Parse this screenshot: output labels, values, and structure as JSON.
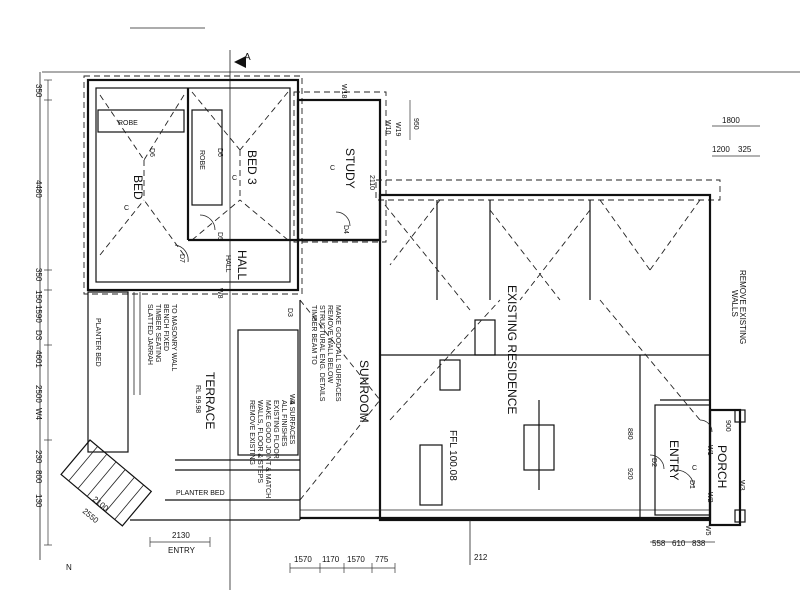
{
  "rooms": {
    "robe_1": "ROBE",
    "bed_1": "BED",
    "bed_1_code": "C",
    "robe_2": "ROBE",
    "bed_3": "BED 3",
    "bed_3_code": "C",
    "study": "STUDY",
    "study_code": "C",
    "hall": "HALL",
    "sunroom": "SUNROOM",
    "existing_residence": "EXISTING RESIDENCE",
    "entry": "ENTRY",
    "entry_code": "C",
    "porch": "PORCH",
    "terrace": "TERRACE",
    "planter_bed_top": "PLANTER BED",
    "planter_bed_bottom": "PLANTER BED",
    "entry_bottom": "ENTRY"
  },
  "notes": {
    "terrace_lines": [
      "SLATTED JARRAH",
      "TIMBER SEATING",
      "BENCH FIXED",
      "TO MASONRY WALL"
    ],
    "terrace_rl": "RL 99.98",
    "remove_lines": [
      "REMOVE EXISTING",
      "WALLS, FLOOR & STEPS",
      "MAKE GOOD JOINT & MATCH",
      "EXISTING FLOOR",
      "ALL FINISHES",
      "& SURFACES"
    ],
    "beam_lines": [
      "TIMBER BEAM TO",
      "STRUCTURAL ENG. DETAILS",
      "REMOVE WALL BELOW",
      "MAKE GOOD ALL SURFACES"
    ],
    "ffl": "FFL 100.08",
    "remove_walls": [
      "REMOVE EXISTING",
      "WALLS"
    ],
    "section_mark": "A"
  },
  "doors": [
    "D6",
    "D6",
    "D5",
    "D4",
    "D7",
    "D3",
    "D2",
    "D1"
  ],
  "windows": [
    "W18",
    "W19",
    "W10",
    "W8",
    "W4",
    "W2",
    "W3",
    "W1",
    "W5"
  ],
  "dims_left": [
    "350",
    "4480",
    "350",
    "150",
    "1590",
    "D3",
    "4601",
    "2500",
    "W4",
    "230",
    "800",
    "130"
  ],
  "dims_left_bottom": "2100",
  "dims_left_bottom2": "2550",
  "dims_bottom": [
    "1570",
    "1170",
    "1570",
    "775"
  ],
  "dims_bottom_left": "2130",
  "dims_bottom_right": [
    "558",
    "610",
    "838"
  ],
  "dims_top_right": [
    "1800",
    "1200",
    "325"
  ],
  "dims_top_small": [
    "950",
    "2110"
  ],
  "dims_right": [
    "880",
    "920",
    "900"
  ],
  "margin_marks": [
    "212",
    "N"
  ]
}
